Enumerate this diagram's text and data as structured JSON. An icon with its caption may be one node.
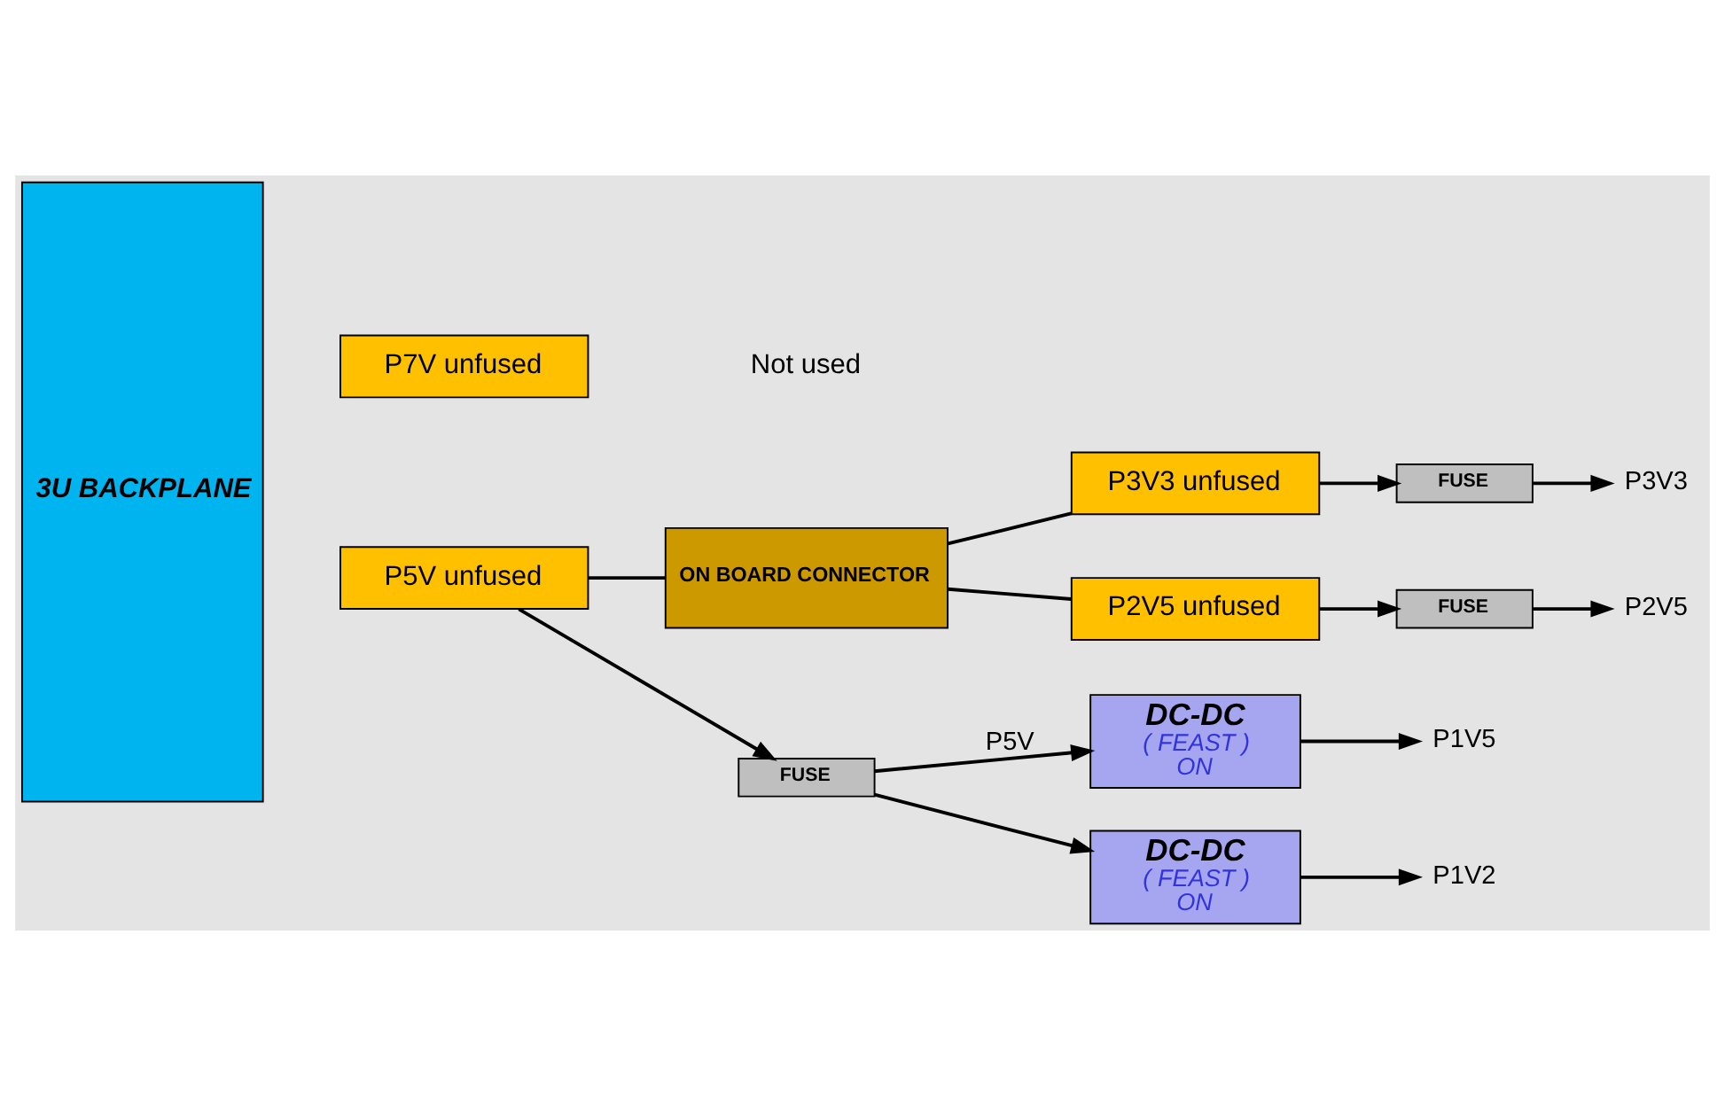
{
  "diagram": {
    "nodes": [
      {
        "text": [
          "3U BACKPLANE"
        ]
      },
      {
        "text": [
          "P7V unfused"
        ]
      },
      {
        "text": [
          "P5V unfused"
        ]
      },
      {
        "text": [
          "P3V3 unfused"
        ]
      },
      {
        "text": [
          "P2V5 unfused"
        ]
      },
      {
        "text": [
          "ON BOARD CONNECTOR"
        ]
      },
      {
        "text": [
          "FUSE"
        ]
      },
      {
        "text": [
          "DC-DC",
          "( FEAST )",
          "ON"
        ]
      },
      {
        "text": [
          "DC-DC",
          "( FEAST )",
          "ON"
        ]
      },
      {
        "text": [
          "FUSE"
        ]
      },
      {
        "text": [
          "FUSE"
        ]
      },
      {
        "text": [
          "P1V5"
        ]
      },
      {
        "text": [
          "P1V2"
        ]
      },
      {
        "text": [
          "P3V3"
        ]
      },
      {
        "text": [
          "P2V5"
        ]
      }
    ],
    "edges": [
      {
        "from": 2,
        "to": 6,
        "arrow": "to"
      },
      {
        "from": 2,
        "to": 5,
        "arrow": "none"
      },
      {
        "from": 5,
        "to": 3,
        "arrow": "none"
      },
      {
        "from": 5,
        "to": 4,
        "arrow": "none"
      },
      {
        "from": 3,
        "to": 9,
        "arrow": "to"
      },
      {
        "from": 4,
        "to": 10,
        "arrow": "to"
      },
      {
        "from": 6,
        "to": 7,
        "arrow": "to",
        "label": "P5V"
      },
      {
        "from": 6,
        "to": 8,
        "arrow": "to"
      },
      {
        "from": 7,
        "to": 11,
        "arrow": "to"
      },
      {
        "from": 8,
        "to": 12,
        "arrow": "to"
      },
      {
        "from": 9,
        "to": 13,
        "arrow": "to"
      },
      {
        "from": 10,
        "to": 14,
        "arrow": "to"
      }
    ],
    "labels": [
      "Not used"
    ]
  }
}
